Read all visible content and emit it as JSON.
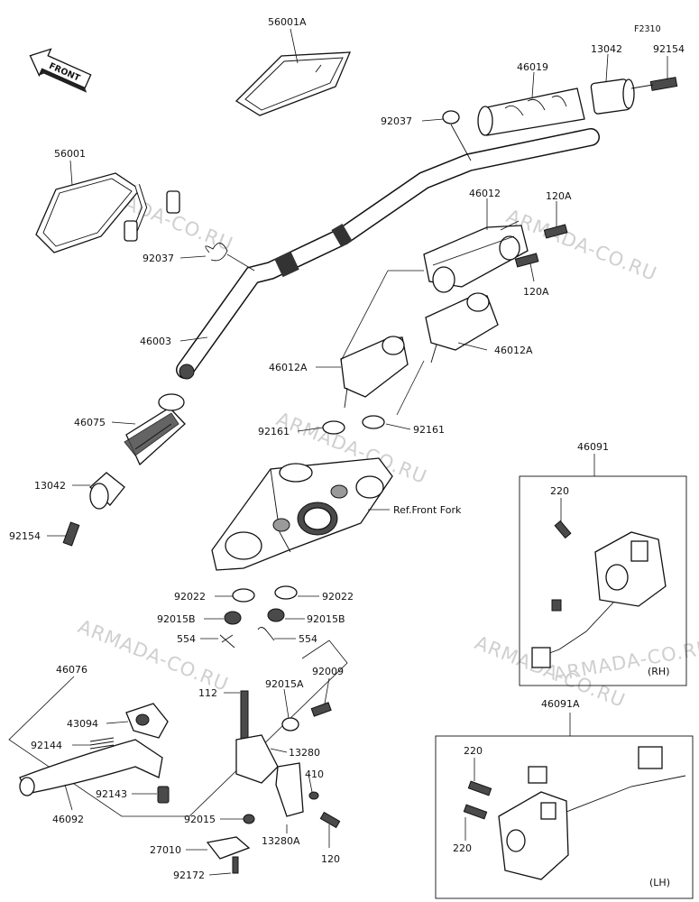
{
  "front_label": "FRONT",
  "watermarks": [
    "ARMADA-CO.RU",
    "ARMADA-CO.RU",
    "ARMADA-CO.RU",
    "ARMADA-CO.RU",
    "ARMADA-CO.RU",
    "ARMADA-CO.RU"
  ],
  "labels": {
    "l56001A": "56001A",
    "l56001": "56001",
    "lF2310": "F2310",
    "l92154_top": "92154",
    "l13042_top": "13042",
    "l46019": "46019",
    "l92037_top": "92037",
    "l46012": "46012",
    "l120A_a": "120A",
    "l120A_b": "120A",
    "l92037_left": "92037",
    "l46003": "46003",
    "l46012A_left": "46012A",
    "l46012A_right": "46012A",
    "l46075": "46075",
    "l92161_left": "92161",
    "l92161_right": "92161",
    "l13042_left": "13042",
    "l92154_left": "92154",
    "lRefFork": "Ref.Front Fork",
    "l92022_left": "92022",
    "l92022_right": "92022",
    "l92015B_left": "92015B",
    "l92015B_right": "92015B",
    "l554_left": "554",
    "l554_right": "554",
    "l46091": "46091",
    "l220_rh": "220",
    "lRH": "(RH)",
    "l46091A": "46091A",
    "l220_lh_a": "220",
    "l220_lh_b": "220",
    "lLH": "(LH)",
    "l46076": "46076",
    "l112": "112",
    "l92009": "92009",
    "l92015A": "92015A",
    "l43094": "43094",
    "l92144": "92144",
    "l13280": "13280",
    "l410": "410",
    "l92143": "92143",
    "l46092": "46092",
    "l92015": "92015",
    "l13280A": "13280A",
    "l120": "120",
    "l27010": "27010",
    "l92172": "92172"
  }
}
